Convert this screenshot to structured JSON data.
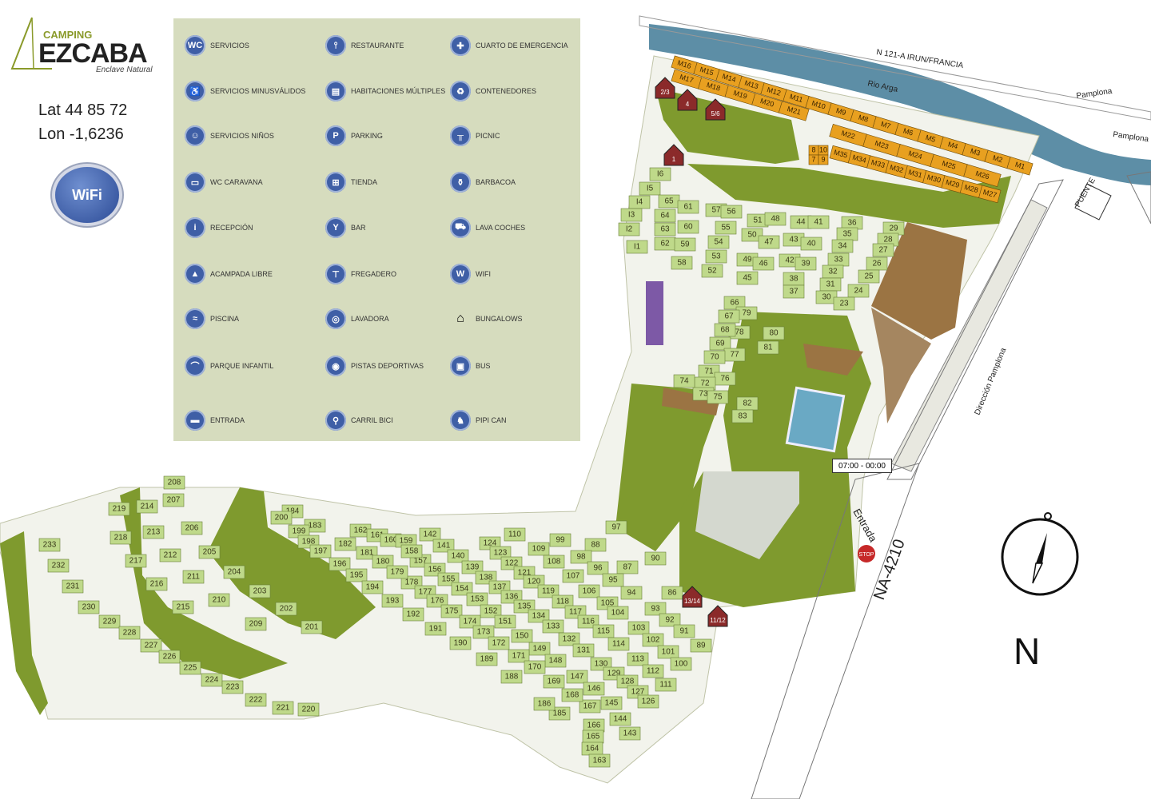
{
  "logo": {
    "camping": "CAMPING",
    "name": "EZCABA",
    "tagline": "Enclave Natural"
  },
  "coords": {
    "lat": "Lat 44 85 72",
    "lon": "Lon -1,6236"
  },
  "wifi_badge": "WiFi",
  "legend": [
    {
      "icon": "wc-icon",
      "glyph": "WC",
      "label": "SERVICIOS"
    },
    {
      "icon": "wheelchair-icon",
      "glyph": "♿",
      "label": "SERVICIOS MINUSVÁLIDOS"
    },
    {
      "icon": "baby-icon",
      "glyph": "☺",
      "label": "SERVICIOS NIÑOS"
    },
    {
      "icon": "caravan-icon",
      "glyph": "▭",
      "label": "WC CARAVANA"
    },
    {
      "icon": "info-icon",
      "glyph": "i",
      "label": "RECEPCIÓN"
    },
    {
      "icon": "tent-icon",
      "glyph": "▲",
      "label": "ACAMPADA LIBRE"
    },
    {
      "icon": "pool-icon",
      "glyph": "≈",
      "label": "PISCINA"
    },
    {
      "icon": "playground-icon",
      "glyph": "⌒",
      "label": "PARQUE INFANTIL"
    },
    {
      "icon": "entrance-icon",
      "glyph": "▬",
      "label": "ENTRADA"
    },
    {
      "icon": "restaurant-icon",
      "glyph": "⫯",
      "label": "RESTAURANTE"
    },
    {
      "icon": "rooms-icon",
      "glyph": "▤",
      "label": "HABITACIONES MÚLTIPLES"
    },
    {
      "icon": "parking-icon",
      "glyph": "P",
      "label": "PARKING"
    },
    {
      "icon": "cart-icon",
      "glyph": "⊞",
      "label": "TIENDA"
    },
    {
      "icon": "cocktail-icon",
      "glyph": "Y",
      "label": "BAR"
    },
    {
      "icon": "tap-icon",
      "glyph": "⊤",
      "label": "FREGADERO"
    },
    {
      "icon": "washer-icon",
      "glyph": "◎",
      "label": "LAVADORA"
    },
    {
      "icon": "ball-icon",
      "glyph": "◉",
      "label": "PISTAS DEPORTIVAS"
    },
    {
      "icon": "bike-icon",
      "glyph": "⚲",
      "label": "CARRIL BICI"
    },
    {
      "icon": "first-aid-icon",
      "glyph": "✚",
      "label": "CUARTO DE EMERGENCIA"
    },
    {
      "icon": "recycle-icon",
      "glyph": "♻",
      "label": "CONTENEDORES"
    },
    {
      "icon": "picnic-icon",
      "glyph": "╥",
      "label": "PICNIC"
    },
    {
      "icon": "bbq-icon",
      "glyph": "⚱",
      "label": "BARBACOA"
    },
    {
      "icon": "carwash-icon",
      "glyph": "⛟",
      "label": "LAVA COCHES"
    },
    {
      "icon": "wifi-icon",
      "glyph": "W",
      "label": "WIFI"
    },
    {
      "icon": "house-icon",
      "glyph": "⌂",
      "label": "BUNGALOWS"
    },
    {
      "icon": "bus-icon",
      "glyph": "▣",
      "label": "BUS"
    },
    {
      "icon": "dog-icon",
      "glyph": "♞",
      "label": "PIPI CAN"
    }
  ],
  "roads": {
    "n121": "N 121-A IRUN/FRANCIA",
    "river": "Rio Arga",
    "pamplona_top": "Pamplona",
    "pamplona_right": "Pamplona",
    "puente": "PUENTE",
    "direccion": "Dirección Pamplona",
    "na4210": "NA-4210",
    "entrada": "Entrada",
    "stop": "STOP",
    "schedule": "07:00 - 00:00"
  },
  "north": "N",
  "bungalows": [
    "2/3",
    "4",
    "5/6",
    "1",
    "13/14",
    "11/12"
  ],
  "m_row_top": [
    "M16",
    "M15",
    "M14",
    "M13",
    "M12",
    "M11",
    "M10",
    "M9",
    "M8",
    "M7",
    "M6",
    "M5",
    "M4",
    "M3",
    "M2",
    "M1"
  ],
  "m_row_top2": [
    "M17",
    "M18",
    "M19",
    "M20",
    "M21"
  ],
  "m_row_bottom": [
    "M22",
    "M23",
    "M24",
    "M25",
    "M26"
  ],
  "m_row_bottom2": [
    "M35",
    "M34",
    "M33",
    "M32",
    "M31",
    "M30",
    "M29",
    "M28",
    "M27"
  ],
  "small_codes": [
    "8",
    "10",
    "7",
    "9"
  ],
  "pitches": [
    [
      "I6",
      826,
      218
    ],
    [
      "I5",
      813,
      236
    ],
    [
      "I4",
      800,
      253
    ],
    [
      "I3",
      790,
      269
    ],
    [
      "I2",
      787,
      287
    ],
    [
      "I1",
      797,
      309
    ],
    [
      "65",
      837,
      252
    ],
    [
      "64",
      832,
      270
    ],
    [
      "63",
      832,
      287
    ],
    [
      "62",
      832,
      305
    ],
    [
      "58",
      853,
      329
    ],
    [
      "61",
      861,
      259
    ],
    [
      "60",
      861,
      284
    ],
    [
      "59",
      857,
      306
    ],
    [
      "57",
      896,
      263
    ],
    [
      "56",
      915,
      265
    ],
    [
      "55",
      908,
      285
    ],
    [
      "54",
      899,
      303
    ],
    [
      "53",
      896,
      321
    ],
    [
      "52",
      891,
      339
    ],
    [
      "51",
      948,
      276
    ],
    [
      "48",
      970,
      274
    ],
    [
      "50",
      941,
      294
    ],
    [
      "47",
      962,
      303
    ],
    [
      "49",
      935,
      325
    ],
    [
      "46",
      955,
      330
    ],
    [
      "45",
      935,
      348
    ],
    [
      "44",
      1002,
      278
    ],
    [
      "41",
      1024,
      278
    ],
    [
      "43",
      993,
      300
    ],
    [
      "40",
      1015,
      305
    ],
    [
      "42",
      988,
      326
    ],
    [
      "39",
      1008,
      330
    ],
    [
      "38",
      993,
      349
    ],
    [
      "37",
      993,
      365
    ],
    [
      "36",
      1066,
      279
    ],
    [
      "29",
      1118,
      286
    ],
    [
      "35",
      1060,
      293
    ],
    [
      "28",
      1111,
      300
    ],
    [
      "34",
      1054,
      308
    ],
    [
      "27",
      1105,
      313
    ],
    [
      "33",
      1049,
      325
    ],
    [
      "26",
      1097,
      330
    ],
    [
      "32",
      1042,
      340
    ],
    [
      "25",
      1087,
      346
    ],
    [
      "31",
      1039,
      356
    ],
    [
      "24",
      1074,
      364
    ],
    [
      "30",
      1034,
      372
    ],
    [
      "23",
      1056,
      380
    ],
    [
      "66",
      919,
      379
    ],
    [
      "79",
      934,
      392
    ],
    [
      "67",
      912,
      396
    ],
    [
      "78",
      925,
      416
    ],
    [
      "68",
      907,
      413
    ],
    [
      "69",
      901,
      430
    ],
    [
      "77",
      919,
      444
    ],
    [
      "70",
      894,
      447
    ],
    [
      "71",
      887,
      465
    ],
    [
      "76",
      907,
      474
    ],
    [
      "72",
      882,
      480
    ],
    [
      "73",
      880,
      493
    ],
    [
      "75",
      898,
      497
    ],
    [
      "74",
      856,
      477
    ],
    [
      "80",
      968,
      417
    ],
    [
      "81",
      961,
      435
    ],
    [
      "82",
      935,
      505
    ],
    [
      "83",
      929,
      521
    ],
    [
      "99",
      701,
      676
    ],
    [
      "88",
      745,
      682
    ],
    [
      "98",
      727,
      697
    ],
    [
      "87",
      785,
      710
    ],
    [
      "97",
      771,
      660
    ],
    [
      "90",
      820,
      699
    ],
    [
      "96",
      748,
      711
    ],
    [
      "95",
      767,
      726
    ],
    [
      "94",
      790,
      742
    ],
    [
      "93",
      820,
      762
    ],
    [
      "92",
      838,
      776
    ],
    [
      "91",
      856,
      790
    ],
    [
      "89",
      877,
      808
    ],
    [
      "86",
      841,
      742
    ],
    [
      "110",
      644,
      669
    ],
    [
      "109",
      674,
      687
    ],
    [
      "108",
      693,
      703
    ],
    [
      "107",
      717,
      721
    ],
    [
      "106",
      737,
      740
    ],
    [
      "105",
      760,
      755
    ],
    [
      "104",
      773,
      767
    ],
    [
      "103",
      799,
      786
    ],
    [
      "102",
      817,
      801
    ],
    [
      "101",
      836,
      816
    ],
    [
      "100",
      852,
      831
    ],
    [
      "124",
      613,
      680
    ],
    [
      "123",
      626,
      692
    ],
    [
      "122",
      640,
      705
    ],
    [
      "121",
      656,
      717
    ],
    [
      "120",
      668,
      728
    ],
    [
      "119",
      686,
      740
    ],
    [
      "118",
      704,
      753
    ],
    [
      "117",
      720,
      766
    ],
    [
      "116",
      736,
      778
    ],
    [
      "115",
      755,
      790
    ],
    [
      "114",
      774,
      806
    ],
    [
      "113",
      798,
      825
    ],
    [
      "112",
      817,
      840
    ],
    [
      "111",
      833,
      857
    ],
    [
      "142",
      538,
      669
    ],
    [
      "141",
      555,
      683
    ],
    [
      "140",
      573,
      696
    ],
    [
      "139",
      591,
      710
    ],
    [
      "138",
      608,
      723
    ],
    [
      "137",
      625,
      735
    ],
    [
      "136",
      640,
      747
    ],
    [
      "135",
      656,
      759
    ],
    [
      "134",
      674,
      771
    ],
    [
      "133",
      692,
      784
    ],
    [
      "132",
      712,
      800
    ],
    [
      "131",
      730,
      814
    ],
    [
      "130",
      752,
      831
    ],
    [
      "129",
      768,
      843
    ],
    [
      "128",
      785,
      853
    ],
    [
      "127",
      798,
      866
    ],
    [
      "126",
      811,
      878
    ],
    [
      "143",
      788,
      918
    ],
    [
      "144",
      776,
      900
    ],
    [
      "145",
      765,
      880
    ],
    [
      "157",
      526,
      702
    ],
    [
      "156",
      544,
      713
    ],
    [
      "155",
      561,
      725
    ],
    [
      "154",
      578,
      737
    ],
    [
      "153",
      597,
      750
    ],
    [
      "152",
      614,
      765
    ],
    [
      "151",
      632,
      778
    ],
    [
      "150",
      653,
      796
    ],
    [
      "149",
      675,
      812
    ],
    [
      "148",
      695,
      827
    ],
    [
      "147",
      722,
      847
    ],
    [
      "146",
      743,
      862
    ],
    [
      "167",
      738,
      884
    ],
    [
      "166",
      743,
      908
    ],
    [
      "165",
      742,
      922
    ],
    [
      "164",
      741,
      937
    ],
    [
      "163",
      750,
      952
    ],
    [
      "162",
      451,
      664
    ],
    [
      "161",
      472,
      670
    ],
    [
      "160",
      489,
      676
    ],
    [
      "159",
      508,
      677
    ],
    [
      "158",
      515,
      690
    ],
    [
      "178",
      515,
      729
    ],
    [
      "177",
      532,
      741
    ],
    [
      "176",
      547,
      752
    ],
    [
      "175",
      565,
      765
    ],
    [
      "174",
      588,
      778
    ],
    [
      "173",
      605,
      791
    ],
    [
      "172",
      624,
      805
    ],
    [
      "171",
      649,
      821
    ],
    [
      "170",
      669,
      835
    ],
    [
      "169",
      693,
      853
    ],
    [
      "168",
      716,
      870
    ],
    [
      "185",
      700,
      893
    ],
    [
      "186",
      681,
      881
    ],
    [
      "188",
      640,
      847
    ],
    [
      "184",
      366,
      640
    ],
    [
      "183",
      394,
      658
    ],
    [
      "182",
      432,
      681
    ],
    [
      "181",
      459,
      692
    ],
    [
      "180",
      479,
      703
    ],
    [
      "179",
      497,
      716
    ],
    [
      "200",
      352,
      648
    ],
    [
      "199",
      374,
      665
    ],
    [
      "198",
      386,
      678
    ],
    [
      "197",
      401,
      690
    ],
    [
      "196",
      425,
      706
    ],
    [
      "195",
      446,
      720
    ],
    [
      "194",
      466,
      735
    ],
    [
      "193",
      491,
      752
    ],
    [
      "192",
      517,
      769
    ],
    [
      "191",
      545,
      787
    ],
    [
      "190",
      576,
      805
    ],
    [
      "189",
      609,
      825
    ],
    [
      "208",
      218,
      604
    ],
    [
      "207",
      217,
      626
    ],
    [
      "206",
      240,
      661
    ],
    [
      "205",
      262,
      691
    ],
    [
      "204",
      293,
      716
    ],
    [
      "203",
      325,
      740
    ],
    [
      "202",
      358,
      762
    ],
    [
      "201",
      390,
      785
    ],
    [
      "219",
      149,
      637
    ],
    [
      "214",
      184,
      634
    ],
    [
      "213",
      192,
      666
    ],
    [
      "218",
      151,
      673
    ],
    [
      "212",
      213,
      695
    ],
    [
      "217",
      170,
      702
    ],
    [
      "211",
      242,
      722
    ],
    [
      "216",
      196,
      731
    ],
    [
      "210",
      274,
      751
    ],
    [
      "215",
      229,
      760
    ],
    [
      "209",
      320,
      781
    ],
    [
      "233",
      62,
      682
    ],
    [
      "232",
      73,
      708
    ],
    [
      "231",
      91,
      734
    ],
    [
      "230",
      111,
      760
    ],
    [
      "229",
      137,
      778
    ],
    [
      "228",
      162,
      792
    ],
    [
      "227",
      189,
      808
    ],
    [
      "226",
      212,
      822
    ],
    [
      "225",
      238,
      836
    ],
    [
      "224",
      265,
      851
    ],
    [
      "223",
      291,
      860
    ],
    [
      "222",
      320,
      876
    ],
    [
      "221",
      354,
      886
    ],
    [
      "220",
      386,
      888
    ]
  ]
}
